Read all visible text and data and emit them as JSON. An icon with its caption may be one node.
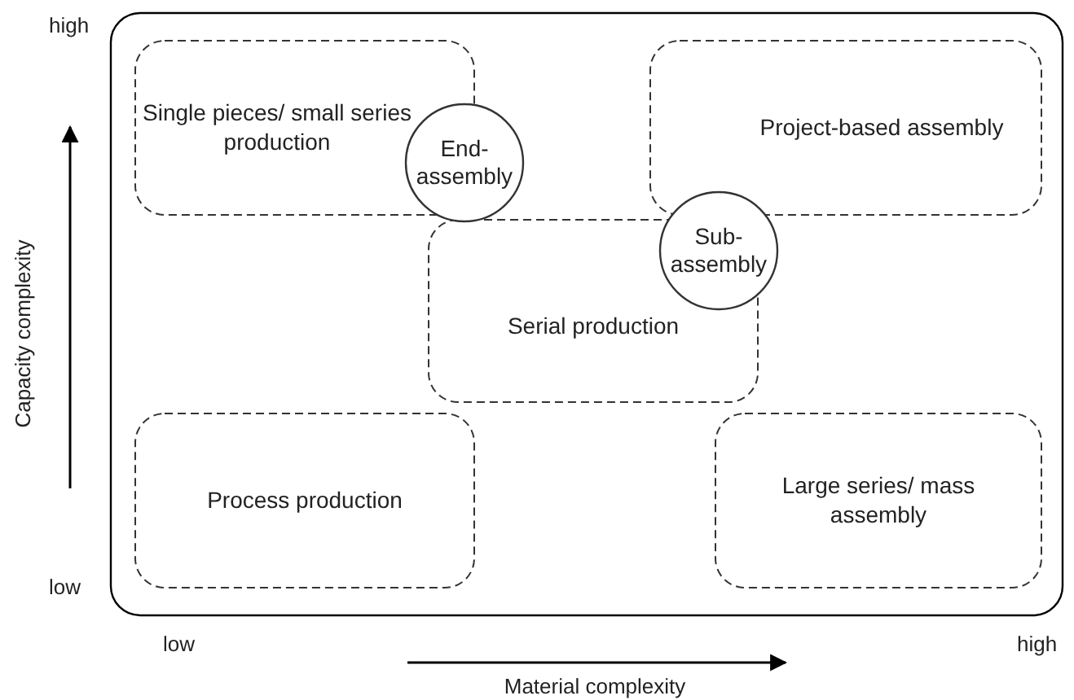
{
  "diagram": {
    "nodes": [
      {
        "text": [
          "Single pieces/ small series production"
        ]
      },
      {
        "text": [
          "Project-based assembly"
        ]
      },
      {
        "text": [
          "Serial production"
        ]
      },
      {
        "text": [
          "Process production"
        ]
      },
      {
        "text": [
          "Large series/ mass assembly"
        ]
      },
      {
        "text": [
          "End-assembly"
        ]
      },
      {
        "text": [
          "Sub-assembly"
        ]
      }
    ],
    "labels": [
      "high",
      "Capacity complexity",
      "low",
      "low",
      "Material complexity",
      "high"
    ]
  }
}
